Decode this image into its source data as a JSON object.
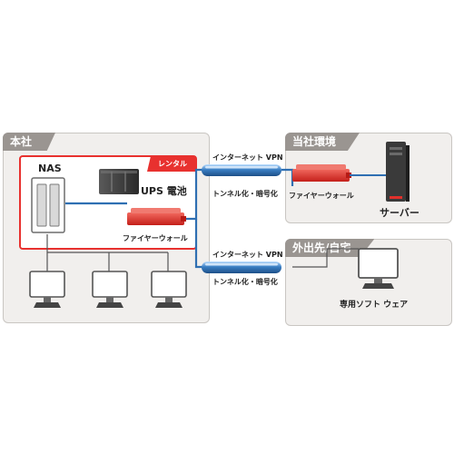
{
  "panels": {
    "headquarters": "本社",
    "company_env": "当社環境",
    "remote": "外出先/自宅"
  },
  "labels": {
    "nas": "NAS",
    "ups": "UPS 電池",
    "rental_badge": "レンタル",
    "firewall_hq": "ファイヤーウォール",
    "firewall_company": "ファイヤーウォール",
    "server": "サーバー",
    "remote_software": "専用ソフト ウェア"
  },
  "tunnels": [
    {
      "top": "インターネット VPN",
      "bottom": "トンネル化・暗号化"
    },
    {
      "top": "インターネット VPN",
      "bottom": "トンネル化・暗号化"
    }
  ],
  "colors": {
    "panel_bg": "#f1efed",
    "panel_tab": "#9a9591",
    "rental_red": "#e8312f",
    "firewall_red": "#e0302b",
    "line_blue": "#2f6fb2",
    "tube_blue": "#3b7fc4"
  }
}
